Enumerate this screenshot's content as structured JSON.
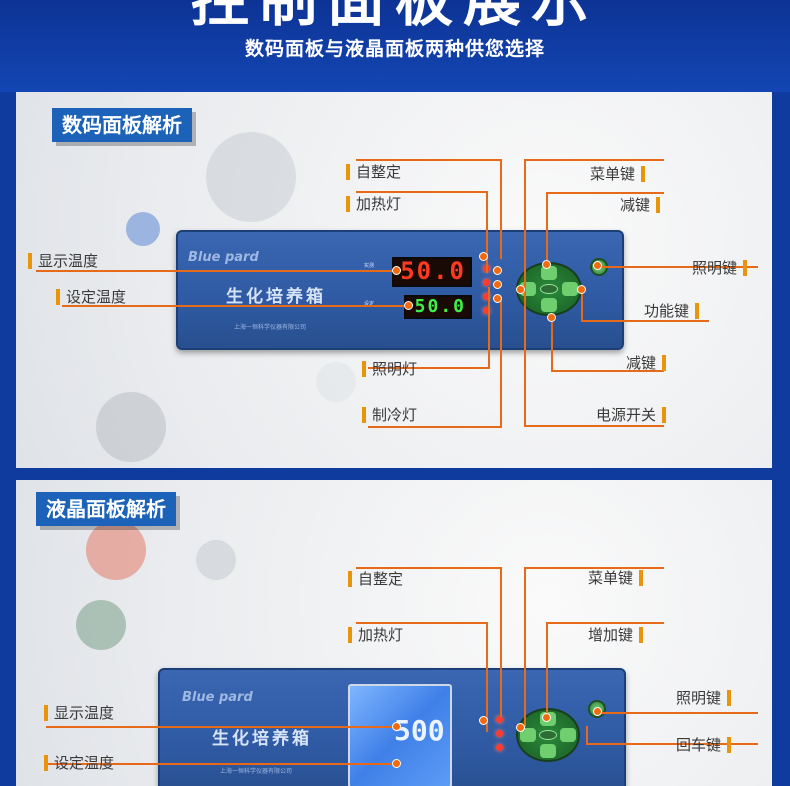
{
  "header": {
    "title": "控制面板展示",
    "subtitle": "数码面板与液晶面板两种供您选择"
  },
  "digital_section": {
    "tab": "数码面板解析",
    "device": {
      "brand": "Blue pard",
      "model": "生化培养箱",
      "maker": "上海一恒科学仪器有限公司",
      "display_value": "50.0",
      "set_value": "50.0",
      "display_tag": "实测",
      "set_tag": "设定"
    },
    "labels": {
      "auto_tune": "自整定",
      "heat_light": "加热灯",
      "display_temp": "显示温度",
      "set_temp": "设定温度",
      "lighting_light": "照明灯",
      "cooling_light": "制冷灯",
      "menu_key": "菜单键",
      "minus_key_top": "减键",
      "light_key": "照明键",
      "func_key": "功能键",
      "minus_key_bottom": "减键",
      "power_switch": "电源开关"
    }
  },
  "lcd_section": {
    "tab": "液晶面板解析",
    "device": {
      "brand": "Blue pard",
      "model": "生化培养箱",
      "maker": "上海一恒科学仪器有限公司",
      "display_value": "500"
    },
    "labels": {
      "auto_tune": "自整定",
      "heat_light": "加热灯",
      "display_temp": "显示温度",
      "set_temp": "设定温度",
      "menu_key": "菜单键",
      "plus_key": "增加键",
      "light_key": "照明键",
      "enter_key": "回车键"
    }
  },
  "colors": {
    "accent_line": "#e66a1a",
    "label_bar": "#e8950b",
    "tab_bg": "#1b62b8",
    "hero_bg": "#0f3b9e"
  }
}
